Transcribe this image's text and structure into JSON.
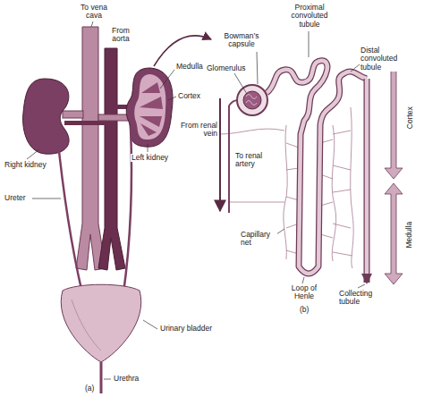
{
  "diagram": {
    "labels": [
      "To vena cava",
      "From aorta",
      "Medulla",
      "Cortex",
      "Right kidney",
      "Left kidney",
      "Ureter",
      "Urinary bladder",
      "Urethra",
      "(a)",
      "Proximal convoluted tubule",
      "Bowman’s capsule",
      "Glomerulus",
      "Distal convoluted tubule",
      "From renal vein",
      "To renal artery",
      "Cortex",
      "Medulla",
      "Capillary net",
      "Loop of Henle",
      "Collecting tubule",
      "(b)"
    ]
  }
}
